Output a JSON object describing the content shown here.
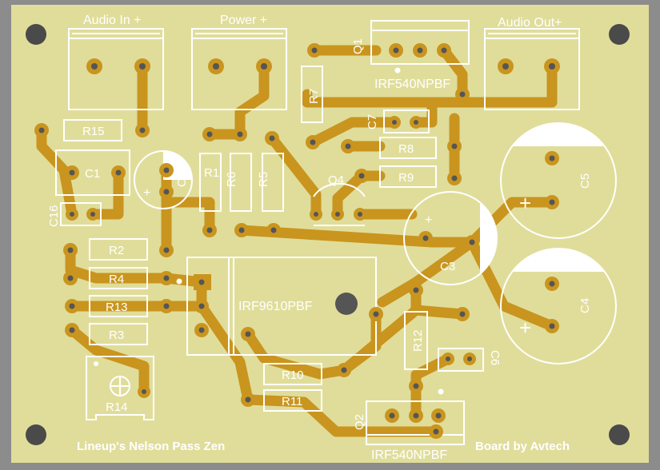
{
  "board": {
    "colors": {
      "background": "#8c8c8c",
      "substrate": "#e0dd9b",
      "copper": "#c9951e",
      "silkscreen": "#ffffff",
      "hole": "#555555"
    },
    "footer_left": "Lineup's Nelson Pass Zen",
    "footer_right": "Board by Avtech"
  },
  "connectors": {
    "audio_in": "Audio In +",
    "power": "Power +",
    "audio_out": "Audio Out+"
  },
  "transistors": {
    "q1": "Q1",
    "q1_part": "IRF540NPBF",
    "q2": "Q2",
    "q2_part": "IRF540NPBF",
    "q4": "Q4",
    "big_part": "IRF9610PBF"
  },
  "resistors": {
    "r1": "R1",
    "r2": "R2",
    "r3": "R3",
    "r4": "R4",
    "r5": "R5",
    "r6": "R6",
    "r7": "R7",
    "r8": "R8",
    "r9": "R9",
    "r10": "R10",
    "r11": "R11",
    "r12": "R12",
    "r13": "R13",
    "r14": "R14",
    "r15": "R15"
  },
  "capacitors": {
    "c1": "C1",
    "c2": "C2",
    "c3": "C3",
    "c4": "C4",
    "c5": "C5",
    "c6": "C6",
    "c7": "C7",
    "c16": "C16",
    "plus": "+"
  }
}
